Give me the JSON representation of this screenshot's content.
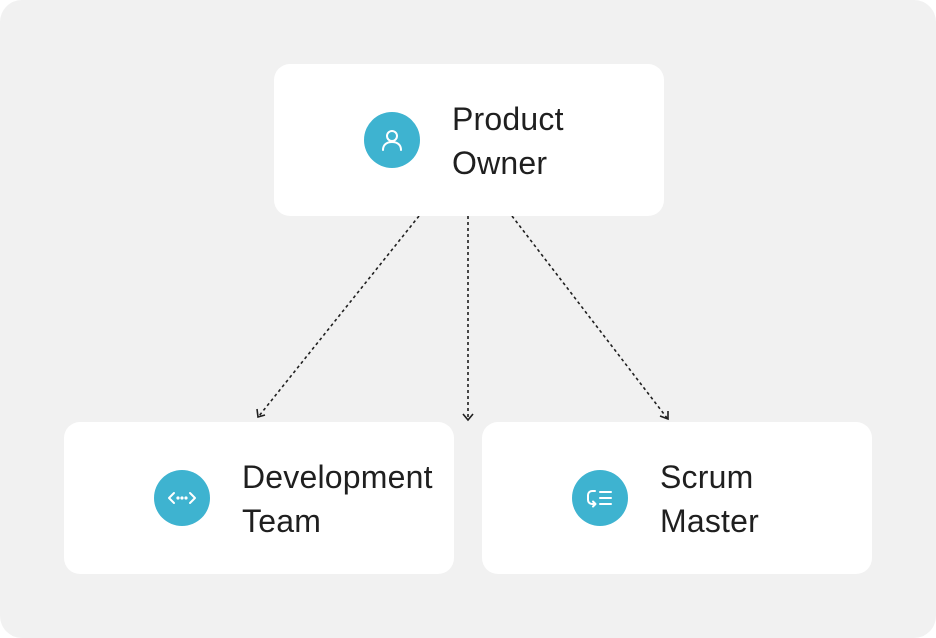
{
  "diagram": {
    "colors": {
      "background": "#f1f1f1",
      "node": "#ffffff",
      "icon_circle": "#3eb3d0",
      "text": "#1f1f1f",
      "connector": "#1f1f1f"
    },
    "nodes": [
      {
        "id": "product-owner",
        "line1": "Product",
        "line2": "Owner",
        "icon": "person-icon"
      },
      {
        "id": "development-team",
        "line1": "Development",
        "line2": "Team",
        "icon": "code-brackets-icon"
      },
      {
        "id": "scrum-master",
        "line1": "Scrum",
        "line2": "Master",
        "icon": "cycle-list-icon"
      }
    ],
    "edges": [
      {
        "from": "product-owner",
        "to": "development-team",
        "style": "dotted-arrow"
      },
      {
        "from": "product-owner",
        "to": "gap-between-teams",
        "style": "dotted-arrow"
      },
      {
        "from": "product-owner",
        "to": "scrum-master",
        "style": "dotted-arrow"
      }
    ]
  }
}
